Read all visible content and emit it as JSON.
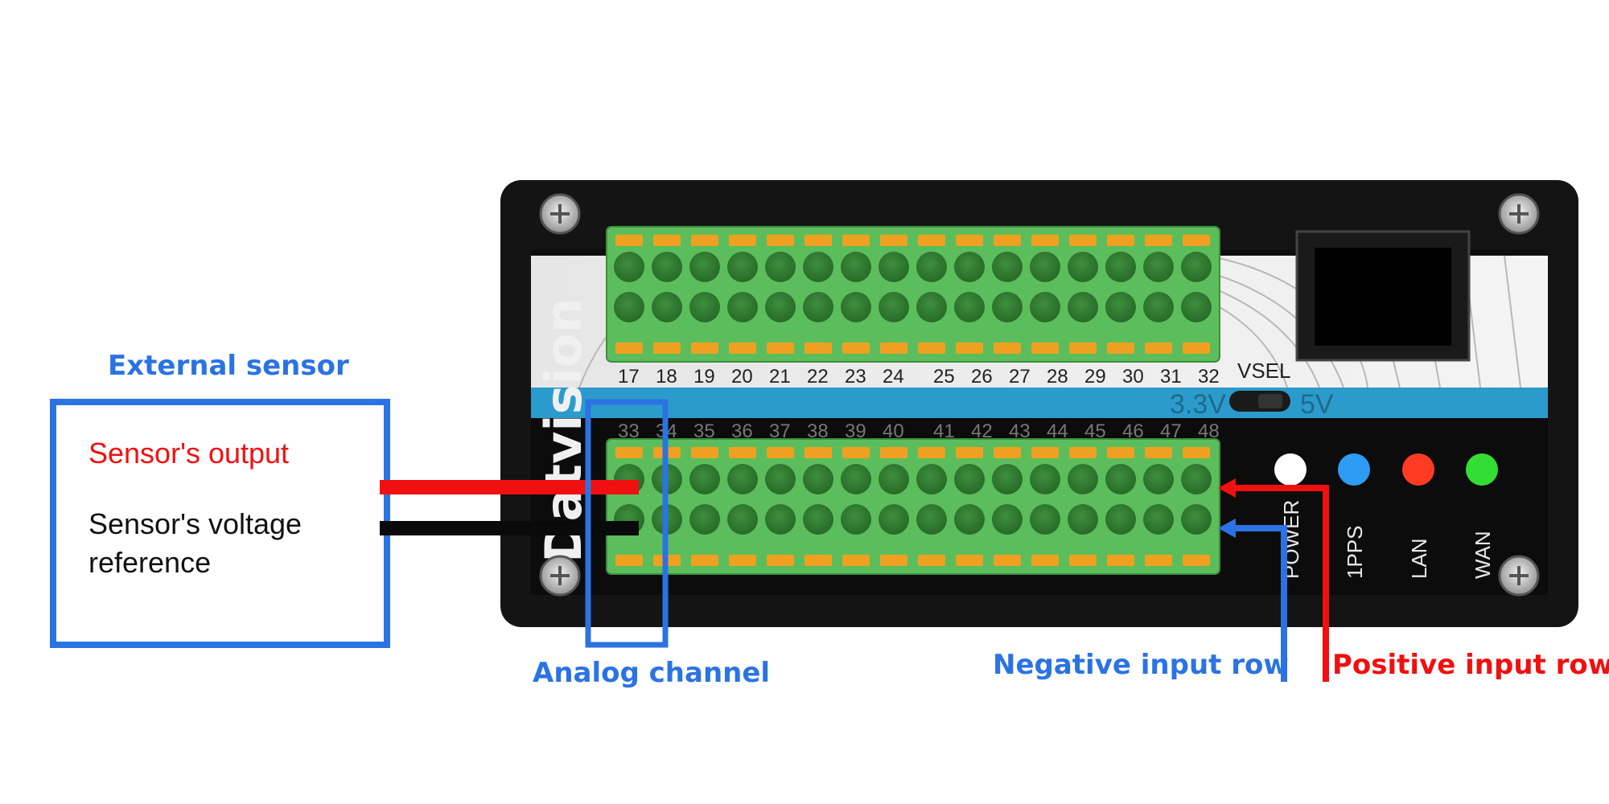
{
  "device": {
    "brand": "Datvision",
    "top_pins": [
      "17",
      "18",
      "19",
      "20",
      "21",
      "22",
      "23",
      "24",
      "25",
      "26",
      "27",
      "28",
      "29",
      "30",
      "31",
      "32"
    ],
    "bottom_pins": [
      "33",
      "34",
      "35",
      "36",
      "37",
      "38",
      "39",
      "40",
      "41",
      "42",
      "43",
      "44",
      "45",
      "46",
      "47",
      "48"
    ],
    "vsel_label": "VSEL",
    "vsel_left": "3.3V",
    "vsel_right": "5V",
    "leds": [
      {
        "label": "POWER",
        "color": "#ffffff"
      },
      {
        "label": "1PPS",
        "color": "#2e9bf5"
      },
      {
        "label": "LAN",
        "color": "#ff3b24"
      },
      {
        "label": "WAN",
        "color": "#33dd33"
      }
    ]
  },
  "annotations": {
    "external_sensor": "External sensor",
    "sensor_output": "Sensor's output",
    "sensor_ref_line1": "Sensor's voltage",
    "sensor_ref_line2": "reference",
    "analog_channel": "Analog channel",
    "negative_row": "Negative input row",
    "positive_row": "Positive input row"
  },
  "colors": {
    "annotation_blue": "#2b73e3",
    "annotation_red": "#f01010",
    "terminal_green": "#5cbd5c",
    "terminal_orange": "#f0a020",
    "stripe_blue": "#2b9bcc"
  }
}
